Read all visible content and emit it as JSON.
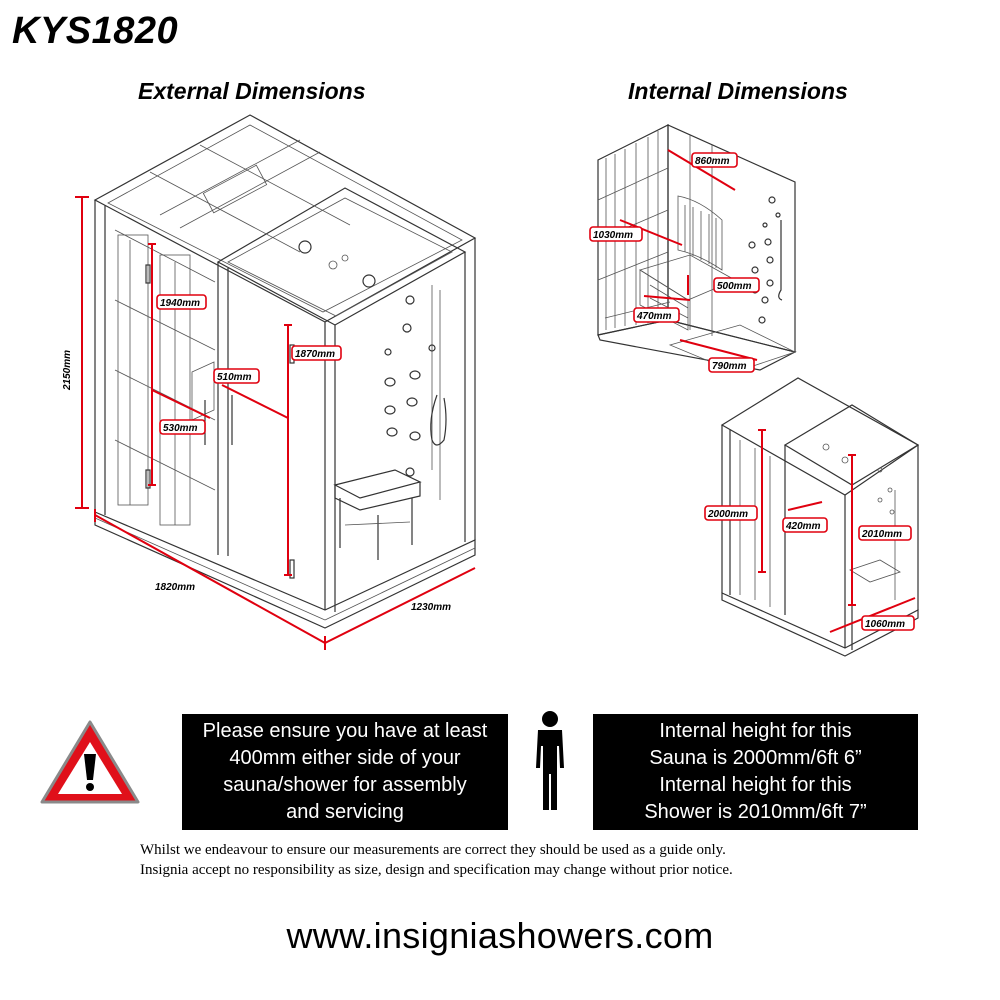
{
  "header": {
    "model": "KYS1820"
  },
  "external": {
    "heading": "External Dimensions",
    "dims": {
      "height": "2150mm",
      "width": "1820mm",
      "depth": "1230mm",
      "sauna_door": "1940mm",
      "shower_door": "1870mm",
      "door_width": "510mm",
      "sauna_door_width": "530mm"
    }
  },
  "internal": {
    "heading": "Internal Dimensions",
    "dims": {
      "sauna_width": "860mm",
      "bench_backrest": "1030mm",
      "bench_height": "500mm",
      "bench_depth": "470mm",
      "shower_depth": "790mm",
      "sauna_height": "2000mm",
      "door_opening": "420mm",
      "shower_height": "2010mm",
      "shower_width": "1060mm"
    }
  },
  "notices": {
    "assembly": [
      "Please ensure you have at least",
      "400mm either side of your",
      "sauna/shower for assembly",
      "and servicing"
    ],
    "height": [
      "Internal height for this",
      "Sauna is 2000mm/6ft 6”",
      "Internal height for this",
      "Shower is 2010mm/6ft 7”"
    ]
  },
  "disclaimer": [
    "Whilst we endeavour to ensure our measurements are correct they should be used as a guide only.",
    "Insignia accept no responsibility as size, design and specification may change without prior notice."
  ],
  "footer": {
    "website": "www.insigniashowers.com"
  },
  "colors": {
    "dimension_red": "#e0000f",
    "warning_red": "#e0101a",
    "notice_bg": "#000000"
  },
  "icons": {
    "warning": "warning-triangle-icon",
    "person": "person-silhouette-icon"
  }
}
